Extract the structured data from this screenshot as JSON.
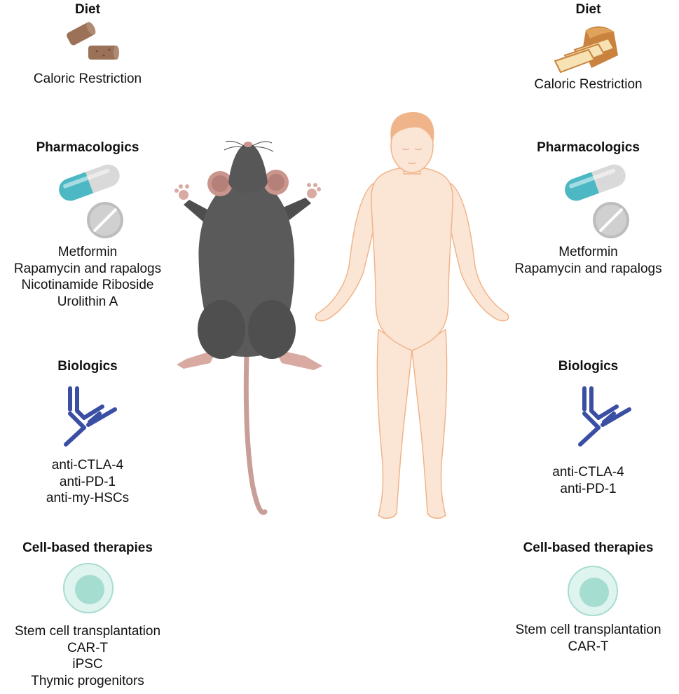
{
  "mouse": {
    "diet": {
      "heading": "Diet",
      "icon": "food-pellet-icon",
      "items": [
        "Caloric Restriction"
      ]
    },
    "pharmacologics": {
      "heading": "Pharmacologics",
      "icon": "pill-icon",
      "items": [
        "Metformin",
        "Rapamycin and rapalogs",
        "Nicotinamide Riboside",
        "Urolithin A"
      ]
    },
    "biologics": {
      "heading": "Biologics",
      "icon": "antibody-icon",
      "items": [
        "anti-CTLA-4",
        "anti-PD-1",
        "anti-my-HSCs"
      ]
    },
    "cell_based": {
      "heading": "Cell-based therapies",
      "icon": "cell-icon",
      "items": [
        "Stem cell transplantation",
        "CAR-T",
        "iPSC",
        "Thymic progenitors"
      ]
    }
  },
  "human": {
    "diet": {
      "heading": "Diet",
      "icon": "bread-icon",
      "items": [
        "Caloric Restriction"
      ]
    },
    "pharmacologics": {
      "heading": "Pharmacologics",
      "icon": "pill-icon",
      "items": [
        "Metformin",
        "Rapamycin and rapalogs"
      ]
    },
    "biologics": {
      "heading": "Biologics",
      "icon": "antibody-icon",
      "items": [
        "anti-CTLA-4",
        "anti-PD-1"
      ]
    },
    "cell_based": {
      "heading": "Cell-based therapies",
      "icon": "cell-icon",
      "items": [
        "Stem cell transplantation",
        "CAR-T"
      ]
    }
  },
  "colors": {
    "antibody": "#3a4fa3",
    "capsule": "#4bb8c4",
    "cell": "#bfe6df",
    "mouse_fur": "#5a5a5a",
    "human_skin": "#fbe6d6"
  }
}
